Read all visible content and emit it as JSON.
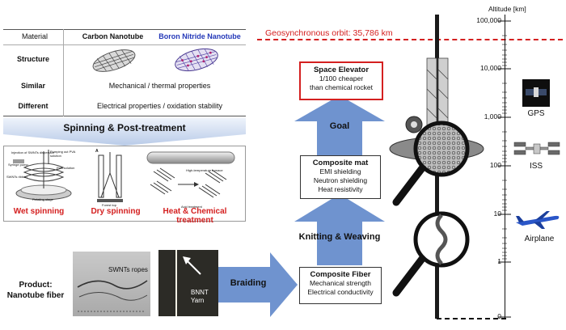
{
  "table": {
    "header": {
      "material": "Material",
      "cnt": "Carbon Nanotube",
      "bnnt": "Boron Nitride Nanotube"
    },
    "rows": [
      {
        "label": "Structure",
        "value": ""
      },
      {
        "label": "Similar",
        "value": "Mechanical / thermal properties"
      },
      {
        "label": "Different",
        "value": "Electrical properties / oxidation stability"
      }
    ]
  },
  "spinning": {
    "title": "Spinning & Post-treatment",
    "labels": {
      "wet": "Wet spinning",
      "dry": "Dry spinning",
      "heat": "Heat & Chemical treatment"
    },
    "wet_annotations": [
      "Injection of SWNTs dispersion",
      "Syringe pump",
      "Pumping out PVA solution",
      "PVA solution",
      "SWNTs ribbon",
      "Rotating stage"
    ],
    "dry_annotations": [
      "Forest top",
      "A"
    ],
    "heat_annotations": [
      "High-temperature furnace",
      "Acid treatment"
    ]
  },
  "product": {
    "label_line1": "Product:",
    "label_line2": "Nanotube fiber",
    "swnt_label": "SWNTs ropes",
    "bnnt_label_line1": "BNNT",
    "bnnt_label_line2": "Yarn",
    "braiding": "Braiding"
  },
  "pipeline": {
    "composite_fiber": {
      "title": "Composite Fiber",
      "lines": [
        "Mechanical strength",
        "Electrical conductivity"
      ]
    },
    "knitting": "Knitting & Weaving",
    "composite_mat": {
      "title": "Composite mat",
      "lines": [
        "EMI shielding",
        "Neutron shielding",
        "Heat resistivity"
      ]
    },
    "goal": "Goal",
    "space_elevator": {
      "title": "Space Elevator",
      "lines": [
        "1/100 cheaper",
        "than chemical rocket"
      ]
    }
  },
  "altitude": {
    "title": "Altitude [km]",
    "geo_label": "Geosynchronous orbit: 35,786 km",
    "ticks": [
      "100,000",
      "10,000",
      "1,000",
      "100",
      "10",
      "1",
      "0"
    ],
    "markers": [
      "GPS",
      "ISS",
      "Airplane"
    ]
  },
  "colors": {
    "red": "#d42020",
    "blue_arrow": "#6f93cf",
    "blue_text": "#2438b8"
  }
}
